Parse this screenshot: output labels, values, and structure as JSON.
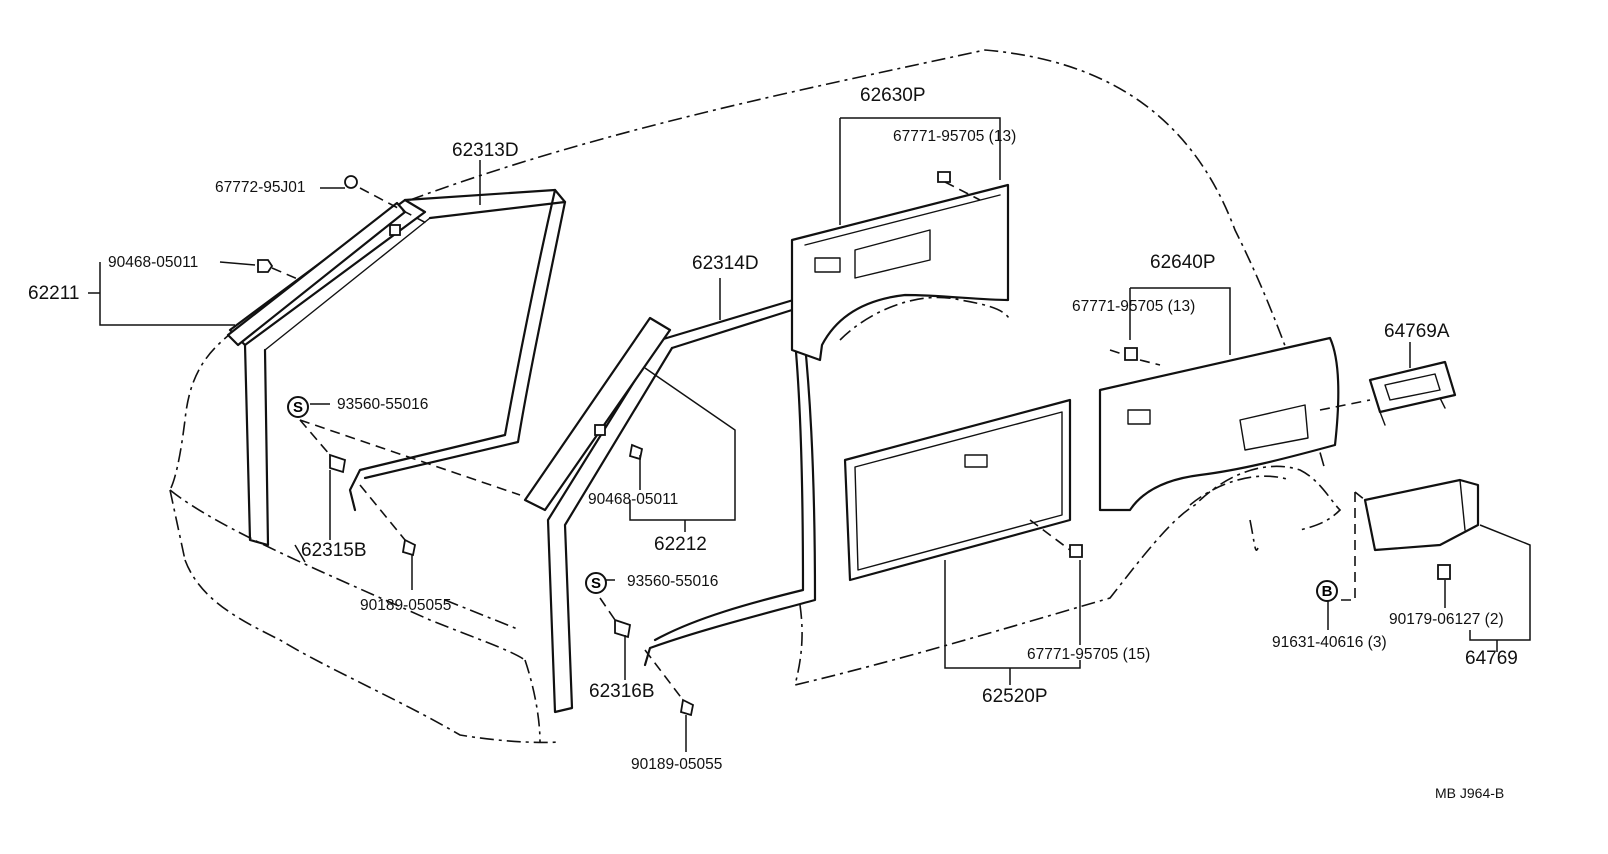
{
  "labels": {
    "p62630P": "62630P",
    "p67771_a": "67771-95705 (13)",
    "p62313D": "62313D",
    "p67772": "67772-95J01",
    "p90468_a": "90468-05011",
    "p62211": "62211",
    "p62314D": "62314D",
    "p62640P": "62640P",
    "p67771_b": "67771-95705 (13)",
    "p64769A": "64769A",
    "p93560_a": "93560-55016",
    "p90468_b": "90468-05011",
    "p62212": "62212",
    "p62315B": "62315B",
    "p90189_a": "90189-05055",
    "p93560_b": "93560-55016",
    "p62316B": "62316B",
    "p90189_b": "90189-05055",
    "p67771_c": "67771-95705 (15)",
    "p62520P": "62520P",
    "p90179": "90179-06127 (2)",
    "p91631": "91631-40616 (3)",
    "p64769": "64769",
    "drawing_code": "MB  J964-B"
  },
  "symbols": {
    "s_a": "S",
    "s_b": "S",
    "b": "B"
  }
}
